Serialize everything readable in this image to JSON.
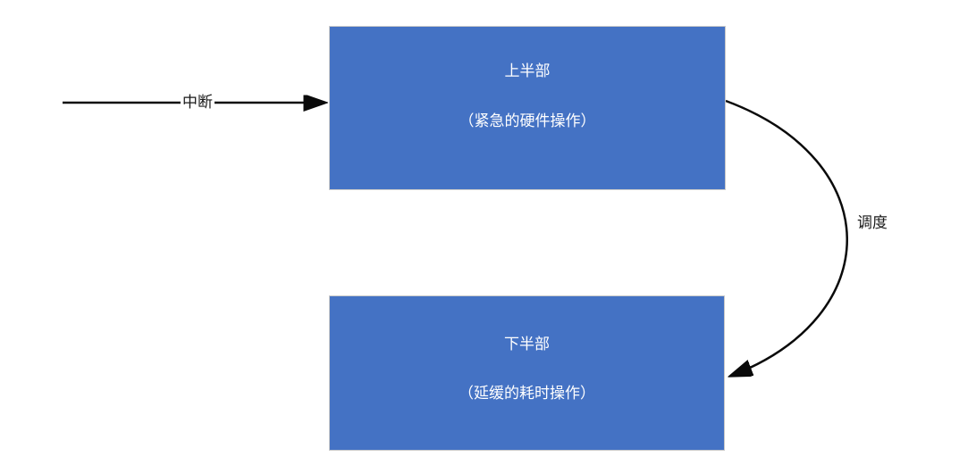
{
  "diagram": {
    "top_box": {
      "title": "上半部",
      "subtitle": "（紧急的硬件操作）"
    },
    "bottom_box": {
      "title": "下半部",
      "subtitle": "（延缓的耗时操作）"
    },
    "interrupt_label": "中断",
    "schedule_label": "调度",
    "colors": {
      "box_fill": "#4472C4",
      "box_border": "#C9C9C9",
      "arrow": "#0A0A0A",
      "box_text": "#FFFFFF",
      "label_text": "#1A1A1A"
    }
  }
}
